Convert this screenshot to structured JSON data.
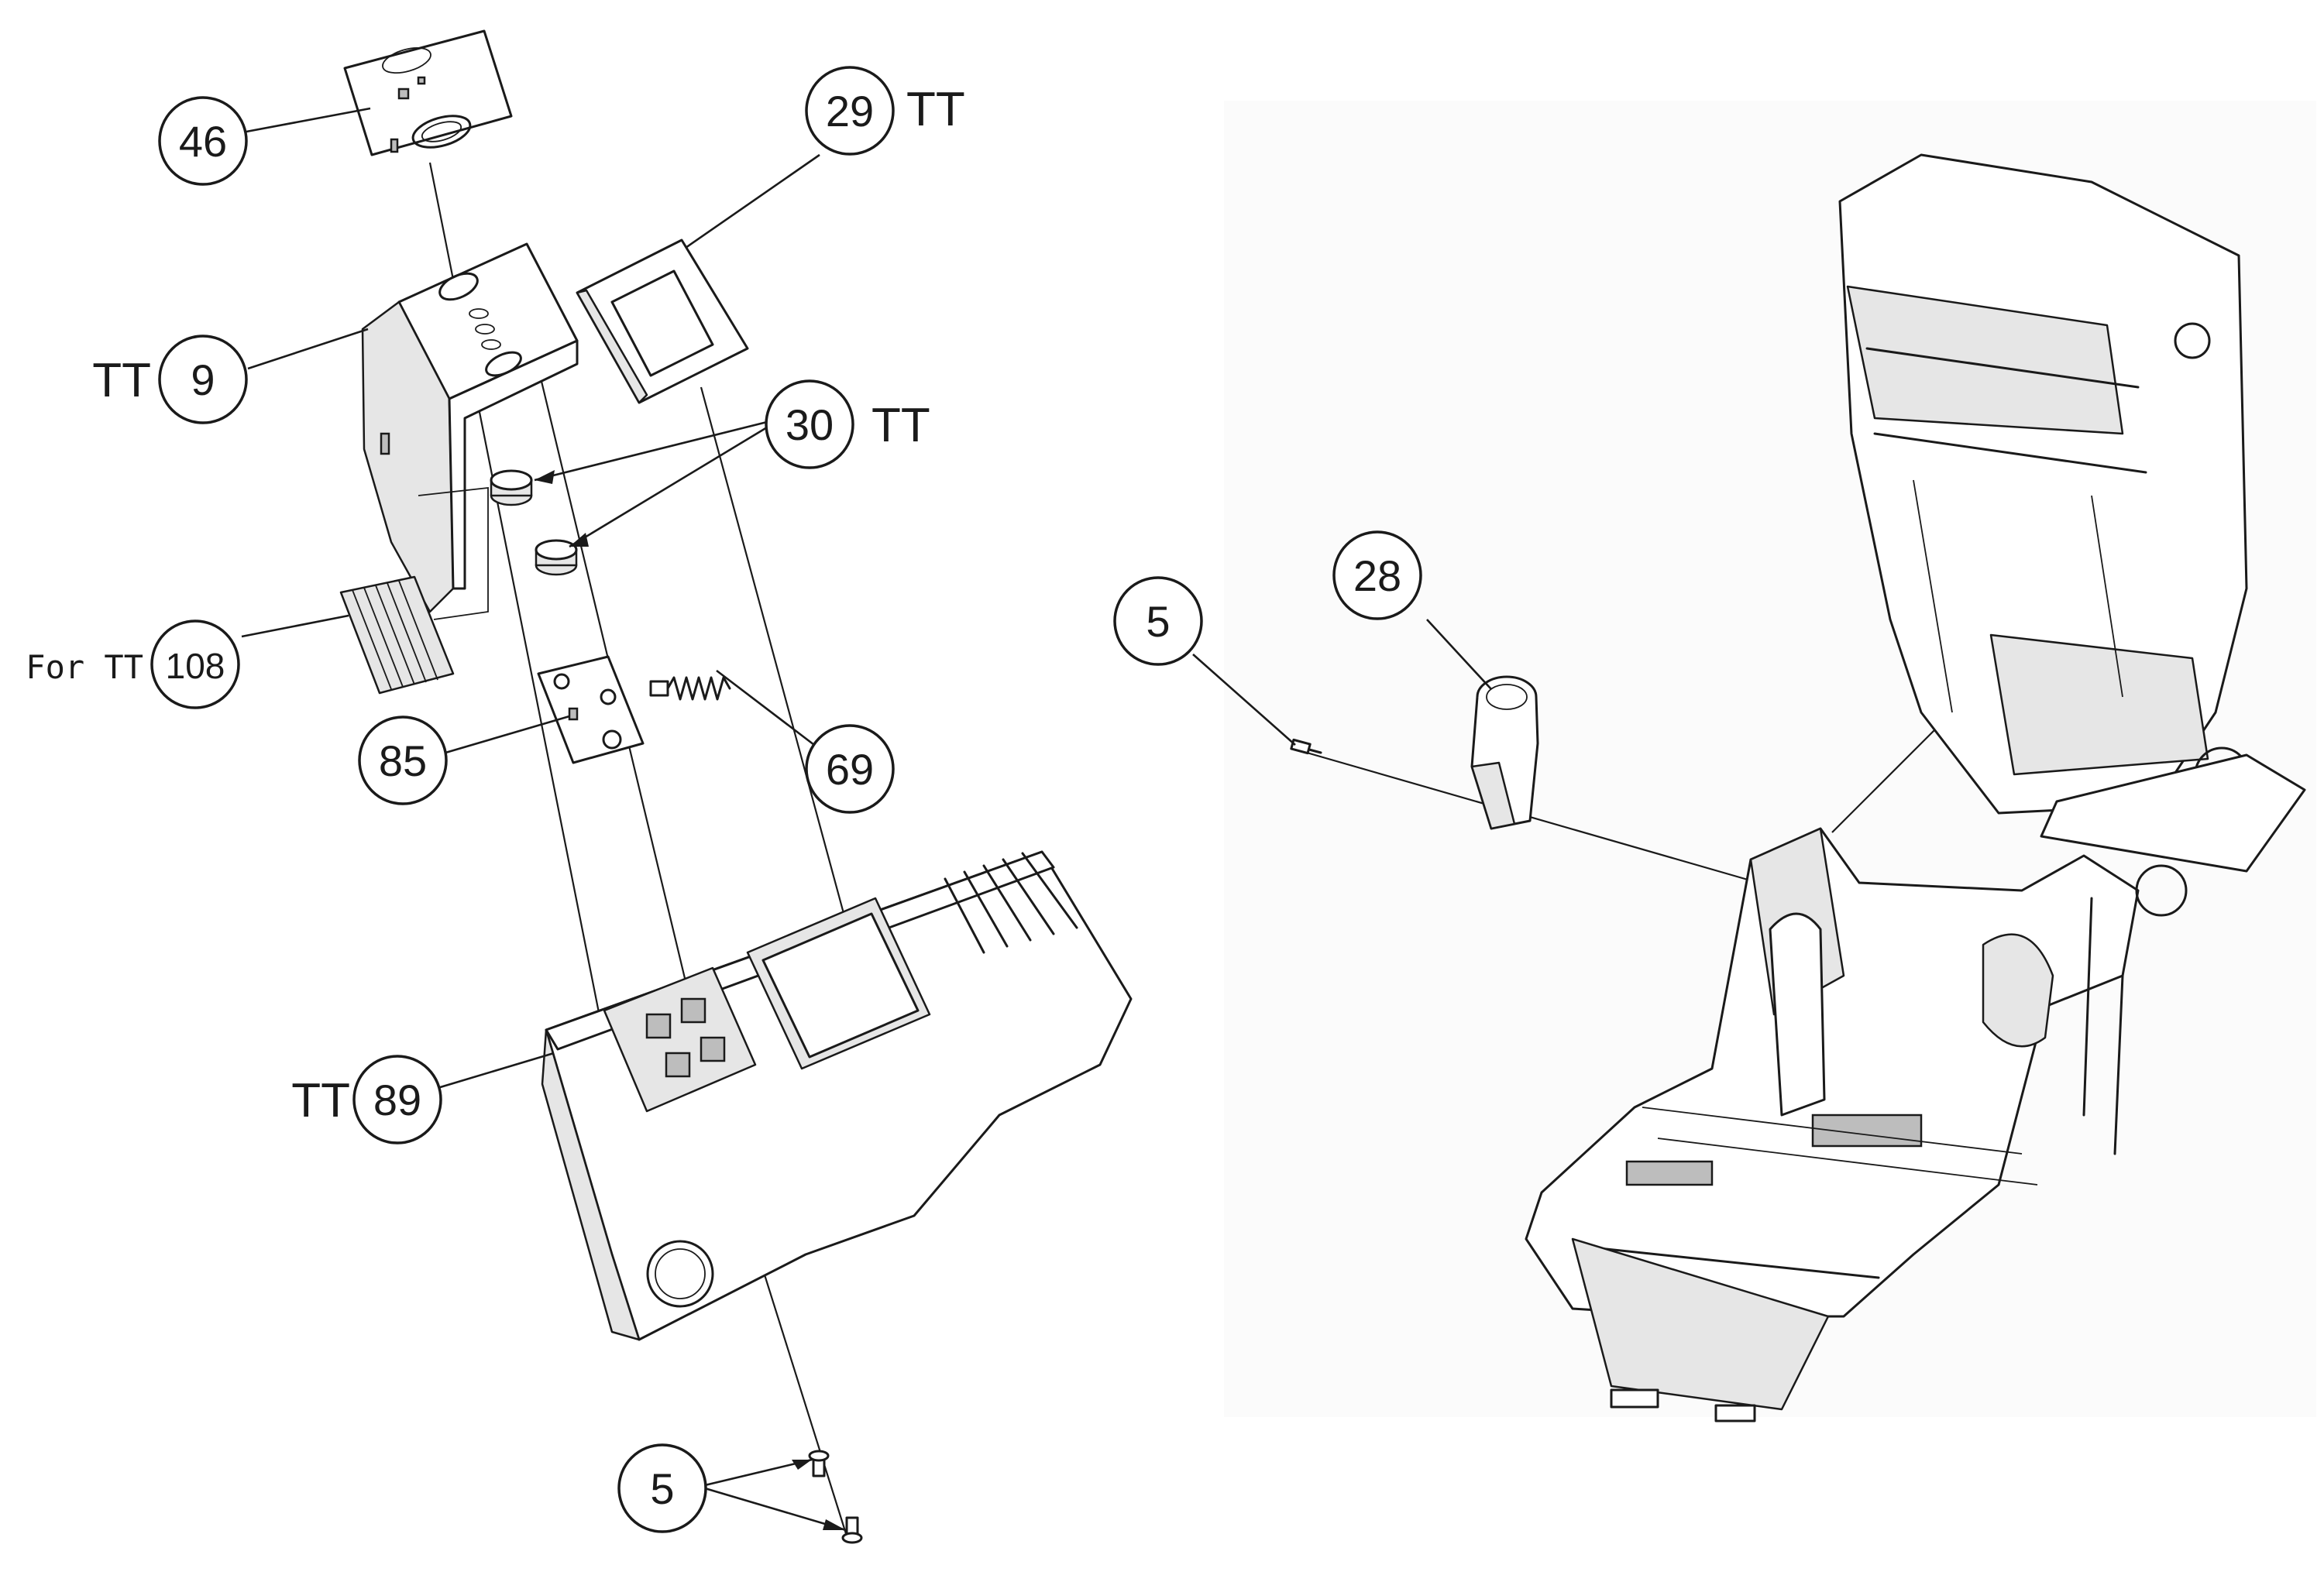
{
  "callouts": [
    {
      "id": "c46",
      "num": "46",
      "prefix": "",
      "suffix": ""
    },
    {
      "id": "c29",
      "num": "29",
      "prefix": "",
      "suffix": "TT"
    },
    {
      "id": "c9",
      "num": "9",
      "prefix": "TT",
      "suffix": ""
    },
    {
      "id": "c30",
      "num": "30",
      "prefix": "",
      "suffix": "TT"
    },
    {
      "id": "c108",
      "num": "108",
      "prefix": "For TT",
      "suffix": ""
    },
    {
      "id": "c85",
      "num": "85",
      "prefix": "",
      "suffix": ""
    },
    {
      "id": "c69",
      "num": "69",
      "prefix": "",
      "suffix": ""
    },
    {
      "id": "c89",
      "num": "89",
      "prefix": "TT",
      "suffix": ""
    },
    {
      "id": "c5a",
      "num": "5",
      "prefix": "",
      "suffix": ""
    },
    {
      "id": "c5b",
      "num": "5",
      "prefix": "",
      "suffix": ""
    },
    {
      "id": "c28",
      "num": "28",
      "prefix": "",
      "suffix": ""
    }
  ],
  "colors": {
    "ink": "#1a1a1a",
    "paper": "#ffffff",
    "shade": "#e6e6e6"
  }
}
